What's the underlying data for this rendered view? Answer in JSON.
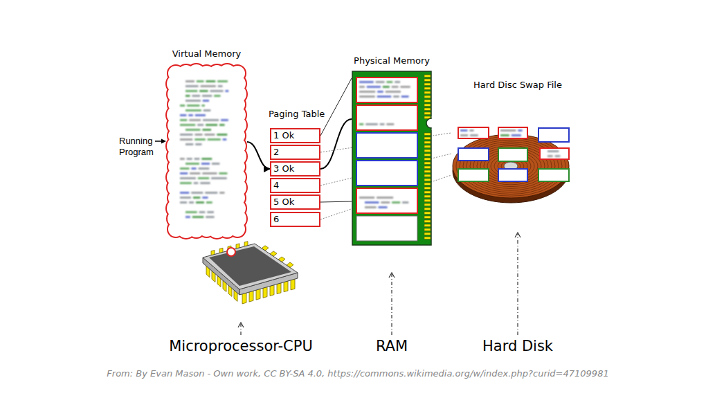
{
  "diagram": {
    "caption": "From: By Evan Mason - Own work, CC BY-SA 4.0, https://commons.wikimedia.org/w/index.php?curid=47109981",
    "nodes": [
      {
        "text": [
          "Virtual Memory"
        ]
      },
      {
        "text": [
          "1 Ok"
        ]
      },
      {
        "text": [
          "2"
        ]
      },
      {
        "text": [
          "3 Ok"
        ]
      },
      {
        "text": [
          "4"
        ]
      },
      {
        "text": [
          "5 Ok"
        ]
      },
      {
        "text": [
          "6"
        ]
      },
      {
        "text": [
          "Physical Memory"
        ]
      },
      {
        "text": [
          "Hard Disc Swap File"
        ]
      }
    ],
    "edges": [
      {
        "from": 0,
        "to": 3,
        "arrow": "to"
      },
      {
        "from": 1,
        "to": 7,
        "arrow": "none"
      },
      {
        "from": 3,
        "to": 7,
        "arrow": "none"
      },
      {
        "from": 5,
        "to": 7,
        "arrow": "none"
      },
      {
        "from": 2,
        "to": 8,
        "arrow": "none"
      },
      {
        "from": 4,
        "to": 8,
        "arrow": "none"
      },
      {
        "from": 6,
        "to": 8,
        "arrow": "none"
      }
    ],
    "labels": [
      "Running Program",
      "Paging Table",
      "Microprocessor-CPU",
      "RAM",
      "Hard Disk"
    ]
  }
}
